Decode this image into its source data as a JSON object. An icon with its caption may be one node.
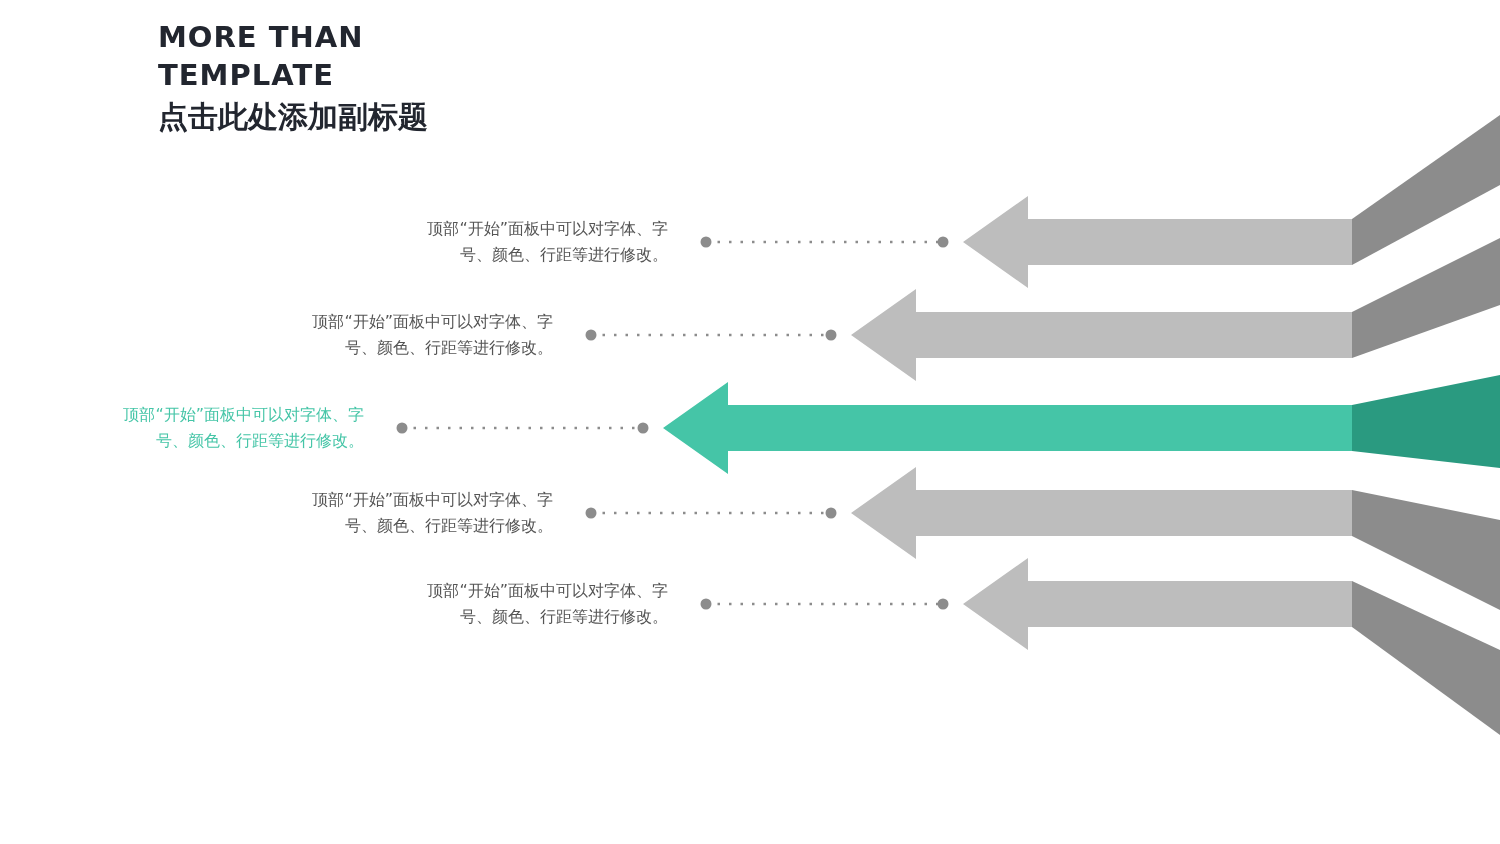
{
  "diagram": {
    "title": "MORE THAN TEMPLATE",
    "nodes": [
      {
        "text": [
          "顶部“开始”面板中可以对字体、字号、颜色、行距等进行修改。"
        ]
      },
      {
        "text": [
          "顶部“开始”面板中可以对字体、字号、颜色、行距等进行修改。"
        ]
      },
      {
        "text": [
          "顶部“开始”面板中可以对字体、字号、颜色、行距等进行修改。"
        ]
      },
      {
        "text": [
          "顶部“开始”面板中可以对字体、字号、颜色、行距等进行修改。"
        ]
      },
      {
        "text": [
          "顶部“开始”面板中可以对字体、字号、颜色、行距等进行修改。"
        ]
      },
      {
        "text": [],
        "shape": "arrow"
      },
      {
        "text": [],
        "shape": "arrow"
      },
      {
        "text": [],
        "shape": "arrow"
      },
      {
        "text": [],
        "shape": "arrow"
      },
      {
        "text": [],
        "shape": "arrow"
      }
    ],
    "edges": [
      {
        "from": 5,
        "to": 0,
        "arrow": "other",
        "style": "dashed"
      },
      {
        "from": 6,
        "to": 1,
        "arrow": "other",
        "style": "dashed"
      },
      {
        "from": 7,
        "to": 2,
        "arrow": "other",
        "style": "dashed"
      },
      {
        "from": 8,
        "to": 3,
        "arrow": "other",
        "style": "dashed"
      },
      {
        "from": 9,
        "to": 4,
        "arrow": "other",
        "style": "dashed"
      }
    ],
    "labels": [
      "点击此处添加副标题"
    ]
  }
}
